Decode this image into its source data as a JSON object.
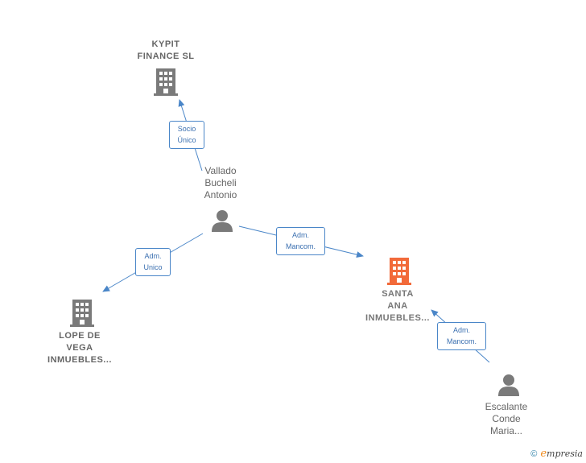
{
  "nodes": {
    "kypit": {
      "lines": [
        "KYPIT",
        "FINANCE  SL"
      ],
      "type": "company"
    },
    "vallado": {
      "lines": [
        "Vallado",
        "Bucheli",
        "Antonio"
      ],
      "type": "person"
    },
    "lope": {
      "lines": [
        "LOPE DE",
        "VEGA",
        "INMUEBLES..."
      ],
      "type": "company"
    },
    "santa": {
      "lines": [
        "SANTA",
        "ANA",
        "INMUEBLES..."
      ],
      "type": "company-focus"
    },
    "escalante": {
      "lines": [
        "Escalante",
        "Conde",
        "Maria..."
      ],
      "type": "person"
    }
  },
  "edges": {
    "socio": [
      "Socio",
      "Único"
    ],
    "adm_unico": [
      "Adm.",
      "Unico"
    ],
    "adm_mancom_1": [
      "Adm.",
      "Mancom."
    ],
    "adm_mancom_2": [
      "Adm.",
      "Mancom."
    ]
  },
  "colors": {
    "company": "#7a7a7a",
    "focus": "#f26a3a",
    "person": "#7a7a7a",
    "edge": "#4a86c8"
  },
  "footer": {
    "copyright": "©",
    "brand_initial": "e",
    "brand_rest": "mpresia"
  }
}
